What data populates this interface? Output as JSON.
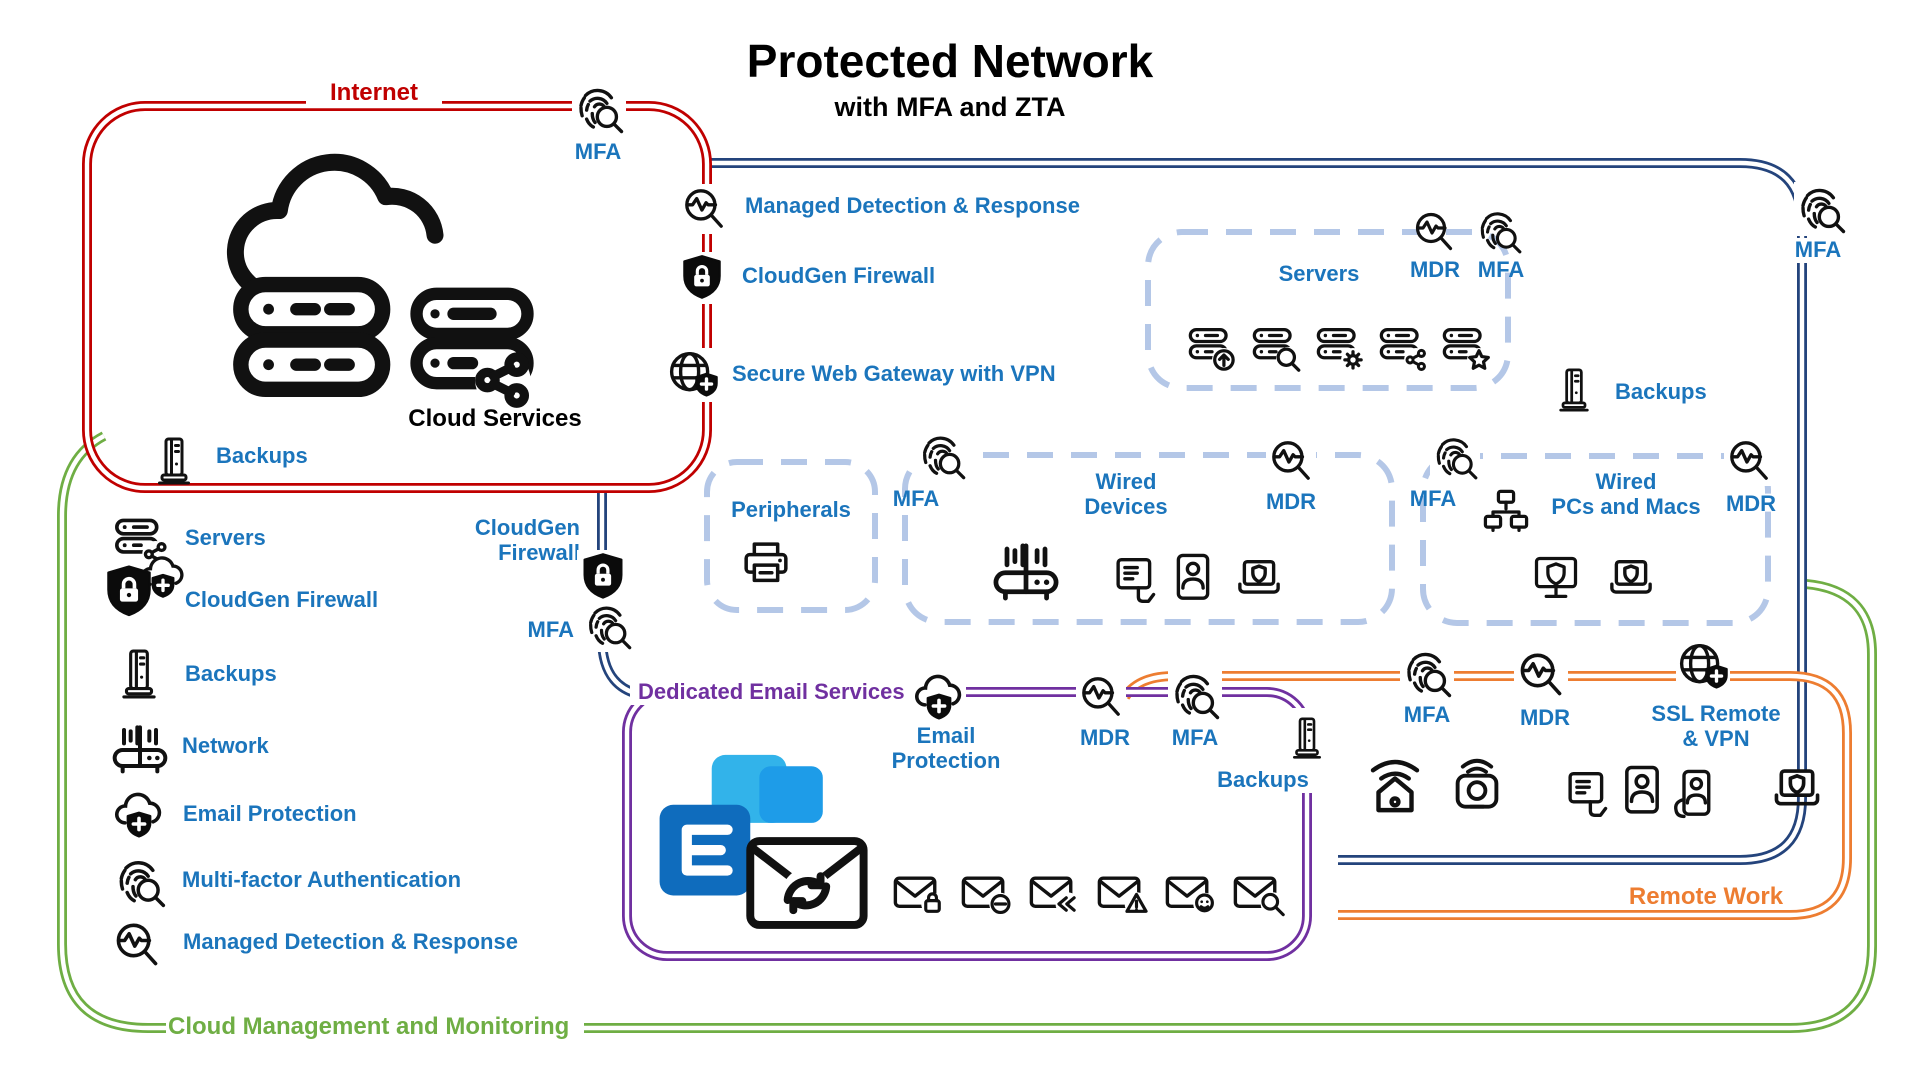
{
  "title": "Protected Network",
  "subtitle": "with MFA and ZTA",
  "colors": {
    "internet_red": "#C00000",
    "protected_navy": "#24447C",
    "management_green": "#6FAE44",
    "remote_orange": "#ED7D31",
    "email_purple": "#7030A0",
    "zone_dash_blue": "#B4C7E7",
    "label_blue": "#1B75BC",
    "icon_black": "#111111"
  },
  "internet_zone": {
    "title": "Internet",
    "mfa": "MFA",
    "cloud_services": "Cloud Services",
    "backups": "Backups"
  },
  "edge_stack": {
    "mdr": "Managed Detection & Response",
    "firewall": "CloudGen Firewall",
    "swg": "Secure Web Gateway with VPN"
  },
  "branch": {
    "firewall_line1": "CloudGen",
    "firewall_line2": "Firewall",
    "mfa": "MFA"
  },
  "protected_zone": {
    "mfa_top_right": "MFA"
  },
  "servers_box": {
    "title": "Servers",
    "mdr": "MDR",
    "mfa": "MFA",
    "variants": [
      "server-upload",
      "server-search",
      "server-settings",
      "server-share",
      "server-star"
    ]
  },
  "backups_mid": {
    "label": "Backups"
  },
  "peripherals_box": {
    "title": "Peripherals",
    "devices": [
      "printer"
    ]
  },
  "wired_devices_box": {
    "title_line1": "Wired",
    "title_line2": "Devices",
    "mfa": "MFA",
    "mdr": "MDR",
    "devices": [
      "wireless-router",
      "payment-terminal",
      "tablet-user",
      "laptop-shield"
    ]
  },
  "wired_pcs_box": {
    "title_line1": "Wired",
    "title_line2": "PCs and Macs",
    "mfa": "MFA",
    "mdr": "MDR",
    "devices": [
      "network-topology",
      "desktop-shield",
      "laptop-shield"
    ]
  },
  "email_zone": {
    "title": "Dedicated Email Services",
    "email_protection_line1": "Email",
    "email_protection_line2": "Protection",
    "mdr": "MDR",
    "mfa": "MFA",
    "backups": "Backups",
    "envelope_variants": [
      "secure-email",
      "blocked-email",
      "returned-email",
      "warning-email",
      "threat-email",
      "search-email"
    ]
  },
  "remote_zone": {
    "title": "Remote Work",
    "mfa": "MFA",
    "mdr": "MDR",
    "ssl_line1": "SSL Remote",
    "ssl_line2": "& VPN",
    "devices": [
      "home-wifi",
      "webcam",
      "payment-terminal",
      "tablet-user",
      "mobile-user",
      "laptop-shield"
    ]
  },
  "management_zone": {
    "title": "Cloud Management and Monitoring"
  },
  "legend": {
    "items": [
      {
        "icon": "servers-icon",
        "label": "Servers"
      },
      {
        "icon": "cloudgen-firewall-icon",
        "label": "CloudGen Firewall"
      },
      {
        "icon": "backups-icon",
        "label": "Backups"
      },
      {
        "icon": "network-icon",
        "label": "Network"
      },
      {
        "icon": "email-protection-icon",
        "label": "Email Protection"
      },
      {
        "icon": "mfa-icon",
        "label": "Multi-factor Authentication"
      },
      {
        "icon": "mdr-icon",
        "label": "Managed Detection & Response"
      }
    ]
  },
  "icons": {
    "mfa": "fingerprint-with-magnifier",
    "mdr": "pulse-circle-with-magnifier",
    "firewall": "shield-lock",
    "swg": "globe-with-shield",
    "email_protection": "cloud-with-shield-plus",
    "backups": "tower-server",
    "network": "wireless-router",
    "servers": "server-stack",
    "peripherals": "printer",
    "cloud_services": "cloud-with-servers",
    "email_logo": "exchange-envelope-sync"
  }
}
